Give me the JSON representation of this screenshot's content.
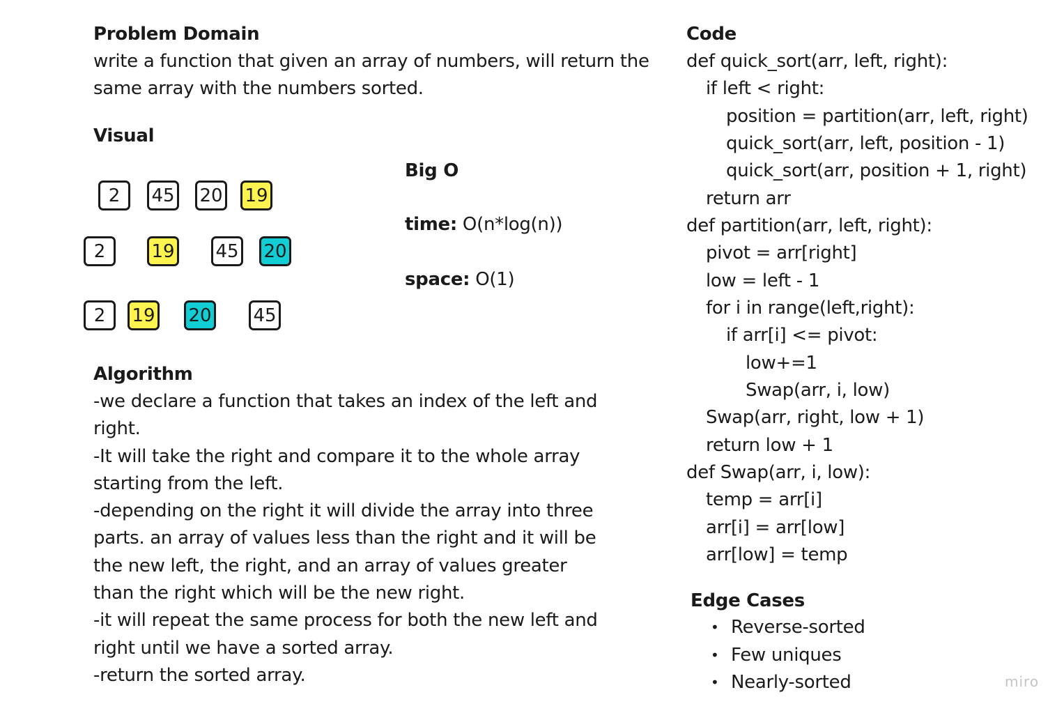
{
  "problem_domain": {
    "heading": "Problem Domain",
    "lines": [
      "write a function that given an array of numbers, will return the",
      "same array with the numbers sorted."
    ]
  },
  "visual": {
    "heading": "Visual",
    "row1": [
      "2",
      "45",
      "20",
      "19"
    ],
    "row2": [
      "2",
      "19",
      "45",
      "20"
    ],
    "row3": [
      "2",
      "19",
      "20",
      "45"
    ],
    "colors": {
      "yellow": "#fff44f",
      "teal": "#12cdd4"
    }
  },
  "big_o": {
    "heading": "Big O",
    "time_label": "time:",
    "time_value": " O(n*log(n))",
    "space_label": "space:",
    "space_value": " O(1)"
  },
  "algorithm": {
    "heading": "Algorithm",
    "lines": [
      "-we declare a function that takes an index of the left and",
      "right.",
      "-It will take the right and compare it to the whole array",
      "starting from the left.",
      "-depending on the right it will divide the array into three",
      "parts. an array of values less than the right and it will be",
      "the new left, the right, and an array of values greater",
      "than the right which will be the new right.",
      "-it will repeat the same process for both the new left and",
      "right until we have a sorted array.",
      "-return the sorted array."
    ]
  },
  "code": {
    "heading": "Code",
    "lines": [
      "def quick_sort(arr, left, right):",
      "if left < right:",
      "position = partition(arr, left, right)",
      "quick_sort(arr, left, position - 1)",
      "quick_sort(arr, position + 1, right)",
      "return arr",
      "def partition(arr, left, right):",
      "pivot = arr[right]",
      "low = left - 1",
      "for i in range(left,right):",
      "if arr[i] <= pivot:",
      "low+=1",
      "Swap(arr, i, low)",
      "Swap(arr, right, low + 1)",
      "return low + 1",
      "def Swap(arr, i, low):",
      "temp = arr[i]",
      "arr[i] = arr[low]",
      "arr[low] = temp"
    ]
  },
  "edge_cases": {
    "heading": "Edge Cases",
    "items": [
      "Reverse-sorted",
      "Few uniques",
      "Nearly-sorted"
    ]
  },
  "watermark": "miro"
}
